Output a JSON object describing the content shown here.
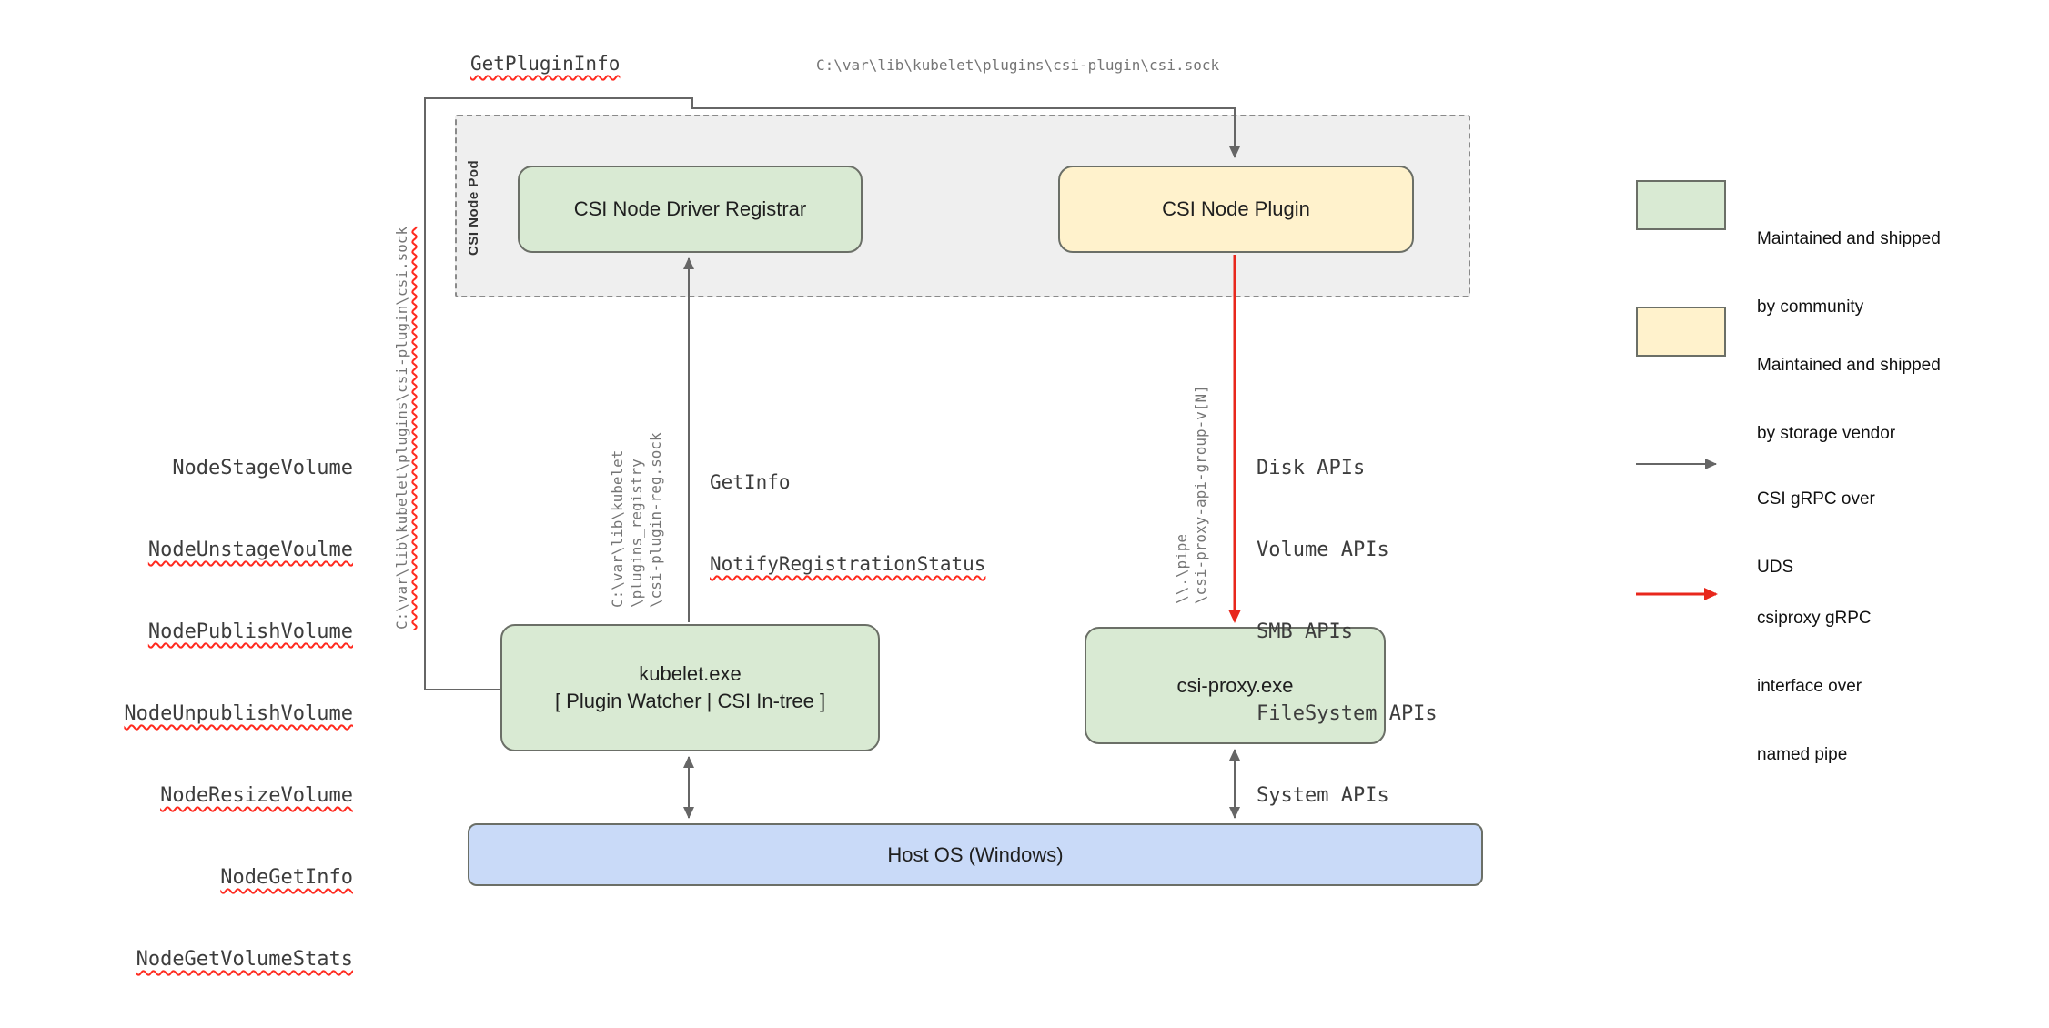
{
  "colors": {
    "green-fill": "#d9ead3",
    "yellow-fill": "#fff2cc",
    "blue-fill": "#c9daf8",
    "pod-fill": "#efefef",
    "pod-border": "#8a8a8a",
    "box-border": "#6b6f67",
    "arrow-gray": "#666666",
    "arrow-red": "#e8271c",
    "squiggle-red": "#ff2a1f",
    "text-dark": "#1f1f1f",
    "text-mono": "#3d3d3d",
    "text-gray": "#757575"
  },
  "boxes": {
    "pod_label": "CSI Node Pod",
    "registrar": "CSI Node Driver Registrar",
    "plugin": "CSI Node Plugin",
    "kubelet_line1": "kubelet.exe",
    "kubelet_line2": "[ Plugin Watcher | CSI In-tree ]",
    "proxy": "csi-proxy.exe",
    "host": "Host OS (Windows)"
  },
  "labels": {
    "get_plugin_info": "GetPluginInfo",
    "csi_sock_top": "C:\\var\\lib\\kubelet\\plugins\\csi-plugin\\csi.sock",
    "csi_sock_left": "C:\\var\\lib\\kubelet\\plugins\\csi-plugin\\csi.sock",
    "reg_sock_line1": "C:\\var\\lib\\kubelet",
    "reg_sock_line2": "\\plugins_registry",
    "reg_sock_line3": "\\csi-plugin-reg.sock",
    "get_info": "GetInfo",
    "notify_registration_status": "NotifyRegistrationStatus",
    "pipe_line1": "\\\\.\\pipe",
    "pipe_line2": "\\csi-proxy-api-group-v[N]"
  },
  "node_calls": [
    "NodeStageVolume",
    "NodeUnstageVoulme",
    "NodePublishVolume",
    "NodeUnpublishVolume",
    "NodeResizeVolume",
    "NodeGetInfo",
    "NodeGetVolumeStats"
  ],
  "proxy_apis": [
    "Disk APIs",
    "Volume APIs",
    "SMB APIs",
    "FileSystem APIs",
    "System APIs"
  ],
  "legend": {
    "community": {
      "line1": "Maintained and shipped",
      "line2": "by community"
    },
    "vendor": {
      "line1": "Maintained and shipped",
      "line2": "by storage vendor"
    },
    "uds": {
      "line1": "CSI gRPC over",
      "line2": "UDS"
    },
    "pipe": {
      "line1": "csiproxy gRPC",
      "line2": "interface over",
      "line3": "named pipe"
    }
  }
}
